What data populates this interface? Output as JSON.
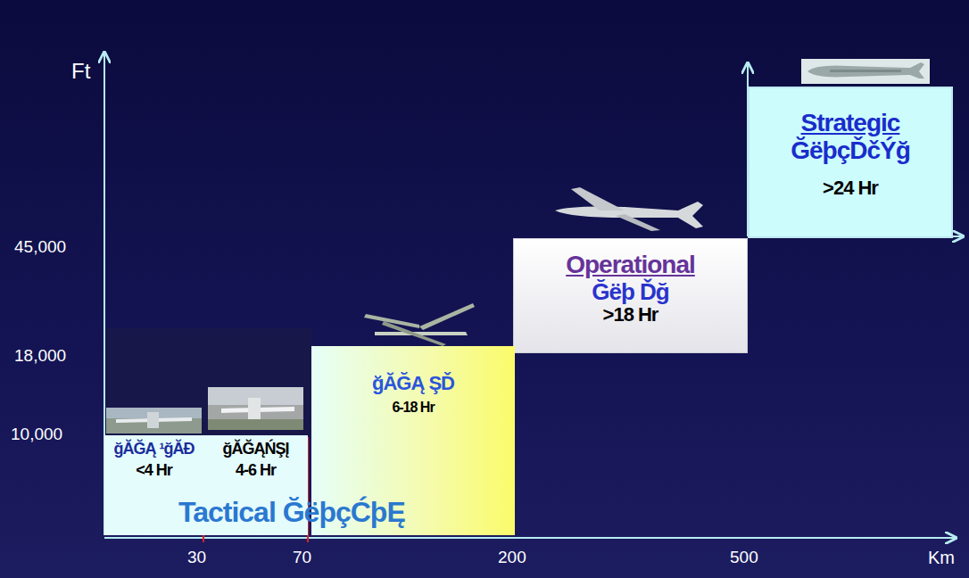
{
  "diagram": {
    "nodes": [
      {
        "text": [
          "Strategic",
          "ĞëþçĎčÝğ",
          ">24 Hr"
        ]
      },
      {
        "text": [
          "Operational",
          "Ğëþ Ďğ",
          ">18 Hr"
        ]
      },
      {
        "text": [
          "ğĂĞĄ ŞĎ",
          "6-18 Hr"
        ]
      },
      {
        "text": [
          "ğĂĞĄ ¹ğĂĐ",
          "<4 Hr"
        ]
      },
      {
        "text": [
          "ğĂĞĄŃŞĮ",
          "4-6 Hr"
        ]
      }
    ],
    "labels": [
      "Ft",
      "45,000",
      "18,000",
      "10,000",
      "30",
      "70",
      "200",
      "500",
      "Km",
      "Tactical ĞëþçĆþĘ"
    ]
  }
}
